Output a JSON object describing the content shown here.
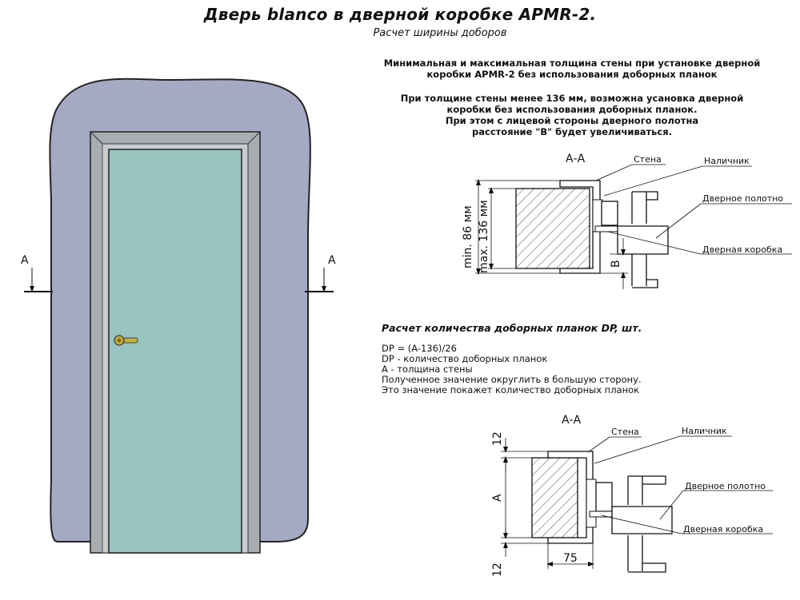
{
  "header": {
    "title": "Дверь blanco в дверной коробке APMR-2.",
    "subtitle": "Расчет ширины доборов"
  },
  "notes": {
    "wall_range": "Минимальная и максимальная толщина стены при установке дверной\nкоробки APMR-2 без использования доборных планок",
    "thin_wall": "При толщине стены менее 136 мм, возможна усановка дверной\nкоробки без использования доборных планок.\nПри этом с лицевой стороны дверного полотна\nрасстояние \"B\" будет увеличиваться."
  },
  "door_view": {
    "section_mark_left": "A",
    "section_mark_right": "A",
    "colors": {
      "wall": "#a6a9c3",
      "frame": "#a9adb0",
      "leaf": "#98c4c2",
      "handle": "#c5b03a"
    }
  },
  "section_top": {
    "title": "А-А",
    "wall_label": "Стена",
    "casing_label": "Наличник",
    "leaf_label": "Дверное полотно",
    "frame_label": "Дверная коробка",
    "dim_min": "min. 86 мм",
    "dim_max": "max. 136 мм",
    "dim_b": "B"
  },
  "calculation": {
    "title": "Расчет количества доборных планок DP, шт.",
    "lines": "DP = (A-136)/26\nDP - количество доборных планок\nA - толщина стены\nПолученное значение округлить в большую сторону.\nЭто значение покажет количество доборных планок"
  },
  "section_bottom": {
    "title": "А-А",
    "wall_label": "Стена",
    "casing_label": "Наличник",
    "leaf_label": "Дверное полотно",
    "frame_label": "Дверная коробка",
    "dim_top": "12",
    "dim_a": "A",
    "dim_bottom": "12",
    "dim_width": "75"
  }
}
